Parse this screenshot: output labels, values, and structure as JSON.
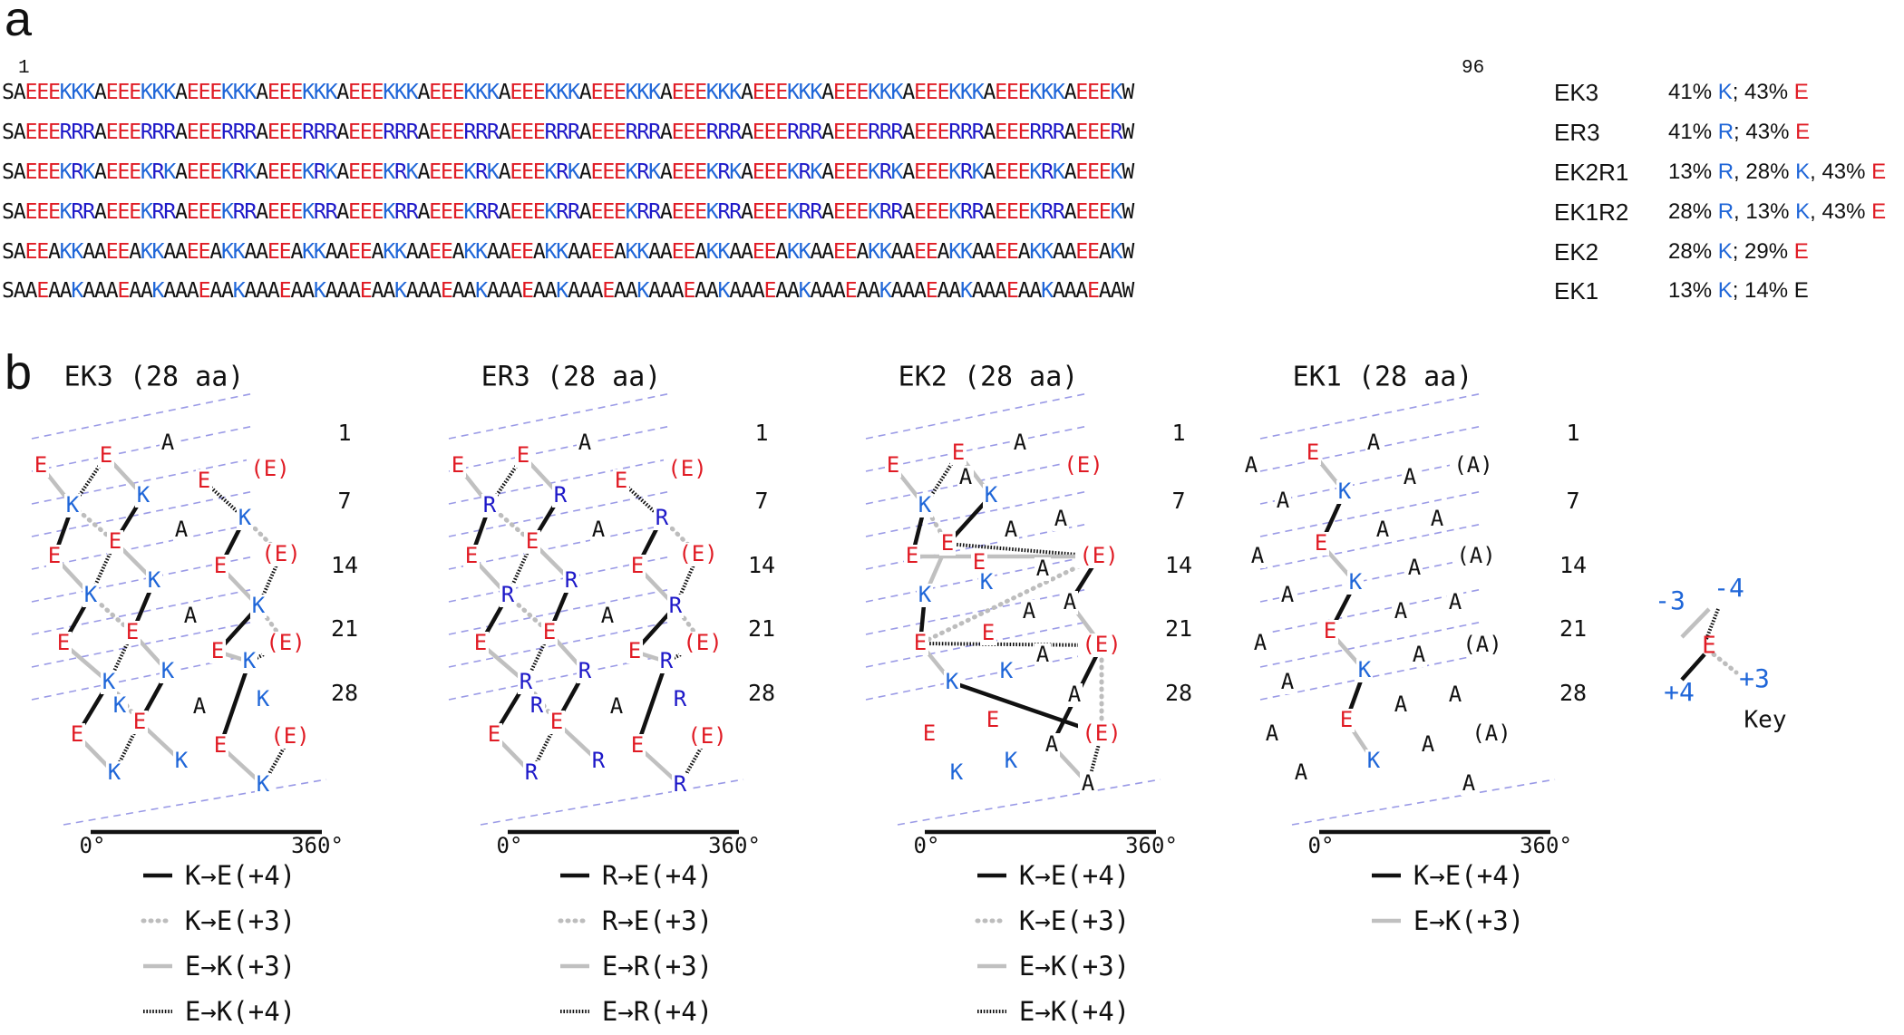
{
  "panel_a": {
    "label": "a",
    "index_start": "1",
    "index_end": "96",
    "rows": [
      {
        "name": "EK3",
        "sequence": "SAEEEKKKAEEEKKKAEEEKKKAEEEKKKAEEEKKKAEEEKKKAEEEKKKAEEEKKKAEEEKKKAEEEKKKAEEEKKKAEEEKKKAEEEKKKAEEEKW",
        "composition": [
          {
            "t": "41% ",
            "c": "O"
          },
          {
            "t": "K",
            "c": "K"
          },
          {
            "t": "; 43% ",
            "c": "O"
          },
          {
            "t": "E",
            "c": "E"
          }
        ]
      },
      {
        "name": "ER3",
        "sequence": "SAEEERRRAEEERRRAEEERRRAEEERRRAEEERRRAEEERRRAEEERRRAEEERRRAEEERRRAEEERRRAEEERRRAEEERRRAEEERRRAEEERW",
        "composition": [
          {
            "t": "41% ",
            "c": "O"
          },
          {
            "t": "R",
            "c": "K"
          },
          {
            "t": "; 43% ",
            "c": "O"
          },
          {
            "t": "E",
            "c": "E"
          }
        ]
      },
      {
        "name": "EK2R1",
        "sequence": "SAEEEKRKAEEEKRKAEEEKRKAEEEKRKAEEEKRKAEEEKRKAEEEKRKAEEEKRKAEEEKRKAEEEKRKAEEEKRKAEEEKRKAEEEKRKAEEEKW",
        "composition": [
          {
            "t": "13% ",
            "c": "O"
          },
          {
            "t": "R",
            "c": "K"
          },
          {
            "t": ", 28% ",
            "c": "O"
          },
          {
            "t": "K",
            "c": "K"
          },
          {
            "t": ", 43% ",
            "c": "O"
          },
          {
            "t": "E",
            "c": "E"
          }
        ]
      },
      {
        "name": "EK1R2",
        "sequence": "SAEEEKRRAEEEKRRAEEEKRRAEEEKRRAEEEKRRAEEEKRRAEEEKRRAEEEKRRAEEEKRRAEEEKRRAEEEKRRAEEEKRRAEEEKRRAEEEKW",
        "composition": [
          {
            "t": "28% ",
            "c": "O"
          },
          {
            "t": "R",
            "c": "K"
          },
          {
            "t": ", 13% ",
            "c": "O"
          },
          {
            "t": "K",
            "c": "K"
          },
          {
            "t": ", 43% ",
            "c": "O"
          },
          {
            "t": "E",
            "c": "E"
          }
        ]
      },
      {
        "name": "EK2",
        "sequence": "SAEEAKKAAEEAKKAAEEAKKAAEEAKKAAEEAKKAAEEAKKAAEEAKKAAEEAKKAAEEAKKAAEEAKKAAEEAKKAAEEAKKAAEEAKKAAEEAKW",
        "composition": [
          {
            "t": "28% ",
            "c": "O"
          },
          {
            "t": "K",
            "c": "K"
          },
          {
            "t": "; 29% ",
            "c": "O"
          },
          {
            "t": "E",
            "c": "E"
          }
        ]
      },
      {
        "name": "EK1",
        "sequence": "SAAEAAKAAAEAAKAAAEAAKAAAEAAKAAAEAAKAAAEAAKAAAEAAKAAAEAAKAAAEAAKAAAEAAKAAAEAAKAAAEAAKAAAEAAKAAAEAAW",
        "composition": [
          {
            "t": "13% ",
            "c": "O"
          },
          {
            "t": "K",
            "c": "K"
          },
          {
            "t": "; 14% E",
            "c": "O"
          }
        ]
      }
    ]
  },
  "panel_b": {
    "label": "b",
    "row_numbers": [
      "1",
      "7",
      "14",
      "21",
      "28"
    ],
    "axis_start": "0°",
    "axis_end": "360°",
    "key": {
      "minus3": "-3",
      "minus4": "-4",
      "center": "E",
      "plus3": "+3",
      "plus4": "+4",
      "label": "Key"
    },
    "panels": [
      {
        "title": "EK3 (28 aa)",
        "legend": [
          "K→E(+4)",
          "K→E(+3)",
          "E→K(+3)",
          "E→K(+4)"
        ]
      },
      {
        "title": "ER3 (28 aa)",
        "legend": [
          "R→E(+4)",
          "R→E(+3)",
          "E→R(+3)",
          "E→R(+4)"
        ]
      },
      {
        "title": "EK2 (28 aa)",
        "legend": [
          "K→E(+4)",
          "K→E(+3)",
          "E→K(+3)",
          "E→K(+4)"
        ]
      },
      {
        "title": "EK1 (28 aa)",
        "legend": [
          "K→E(+4)",
          "E→K(+3)"
        ]
      }
    ]
  },
  "colors": {
    "glu": "#e01b24",
    "lys": "#1f66d8",
    "arg": "#1d18c8",
    "helix_guide": "#9a9ae6",
    "bond_gray": "#c0c0c0"
  }
}
